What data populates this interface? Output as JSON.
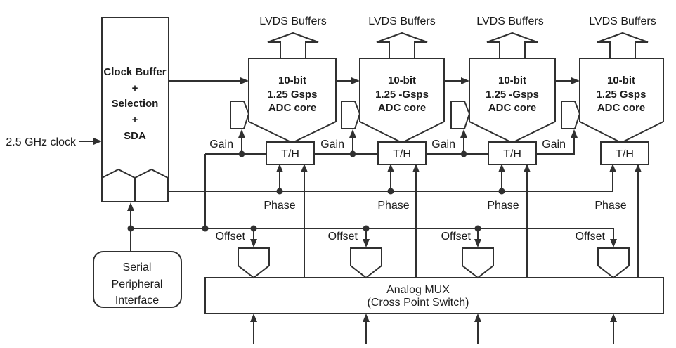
{
  "colors": {
    "line": "#303030",
    "text": "#1c1c1c",
    "background": "#ffffff"
  },
  "clock_input_label": "2.5 GHz clock",
  "clock_buffer": {
    "lines": [
      "Clock Buffer",
      "+",
      "Selection",
      "+",
      "SDA"
    ]
  },
  "spi": {
    "lines": [
      "Serial",
      "Peripheral",
      "Interface"
    ]
  },
  "analog_mux": {
    "lines": [
      "Analog MUX",
      "(Cross Point Switch)"
    ]
  },
  "channels": [
    {
      "lvds_label": "LVDS Buffers",
      "core_lines": [
        "10-bit",
        "1.25 Gsps",
        "ADC core"
      ],
      "th_label": "T/H",
      "gain_label": "Gain",
      "phase_label": "Phase",
      "offset_label": "Offset"
    },
    {
      "lvds_label": "LVDS Buffers",
      "core_lines": [
        "10-bit",
        "1.25 -Gsps",
        "ADC core"
      ],
      "th_label": "T/H",
      "gain_label": "Gain",
      "phase_label": "Phase",
      "offset_label": "Offset"
    },
    {
      "lvds_label": "LVDS Buffers",
      "core_lines": [
        "10-bit",
        "1.25 -Gsps",
        "ADC core"
      ],
      "th_label": "T/H",
      "gain_label": "Gain",
      "phase_label": "Phase",
      "offset_label": "Offset"
    },
    {
      "lvds_label": "LVDS Buffers",
      "core_lines": [
        "10-bit",
        "1.25 Gsps",
        "ADC core"
      ],
      "th_label": "T/H",
      "gain_label": "Gain",
      "phase_label": "Phase",
      "offset_label": "Offset"
    }
  ]
}
